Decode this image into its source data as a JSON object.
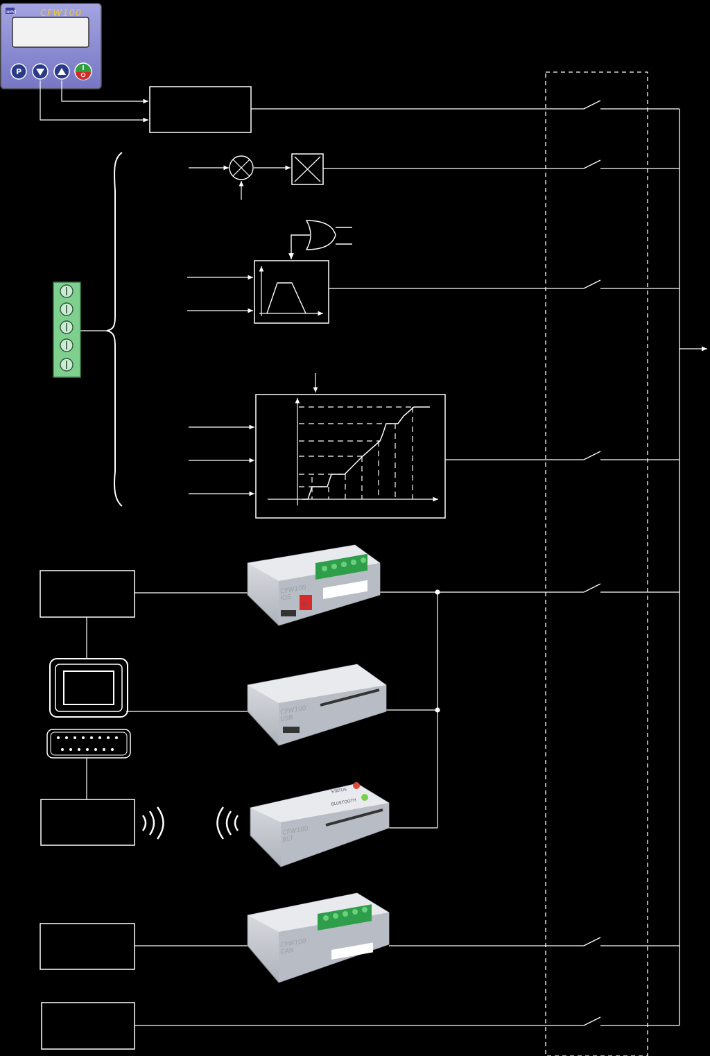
{
  "keypad": {
    "model": "CFW100",
    "maker": "weg",
    "keys": [
      {
        "glyph": "P",
        "name": "program"
      },
      {
        "glyph": "▼",
        "name": "decrement"
      },
      {
        "glyph": "▲",
        "name": "increment"
      },
      {
        "glyph": "I/O",
        "name": "start-stop"
      }
    ]
  },
  "modules": [
    {
      "id": "ios",
      "brand": "CFW100",
      "code": "IOS",
      "switch": "ON"
    },
    {
      "id": "usb",
      "brand": "CFW100",
      "code": "USB"
    },
    {
      "id": "blt",
      "brand": "CFW100",
      "code": "BLT",
      "led_labels": [
        "STATUS",
        "BLUETOOTH"
      ]
    },
    {
      "id": "can",
      "brand": "CFW100",
      "code": "CAN"
    }
  ],
  "colors": {
    "background": "#000000",
    "line": "#ffffff",
    "keypad_face": "#8e8ed6",
    "terminal_green": "#7fcf8f",
    "module_body": "#c9ccd3",
    "connector_green": "#2e9e4a",
    "switch_red": "#d42b2b"
  }
}
